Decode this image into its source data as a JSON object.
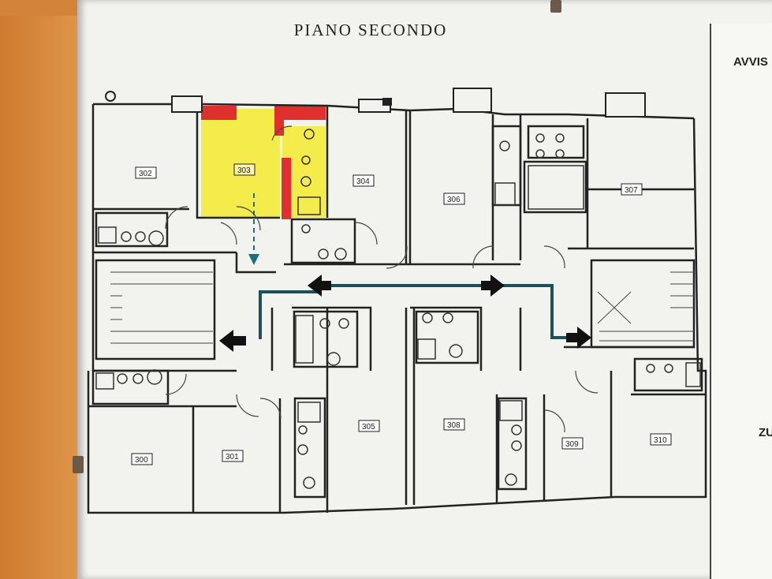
{
  "title": "PIANO SECONDO",
  "side_panel": {
    "heading_1": "AVVIS",
    "heading_2": "ZU"
  },
  "rooms": [
    "300",
    "301",
    "302",
    "303",
    "304",
    "305",
    "306",
    "307",
    "308",
    "309",
    "310"
  ],
  "highlighted_room": "303",
  "colors": {
    "highlight_room": "#f3ec4a",
    "highlight_walls": "#e0302e",
    "escape_route": "#1f4f5a",
    "arrow": "#111111"
  },
  "icons": [
    "evacuation-arrow-icon",
    "stairs-icon",
    "toilet-icon",
    "shower-icon"
  ]
}
